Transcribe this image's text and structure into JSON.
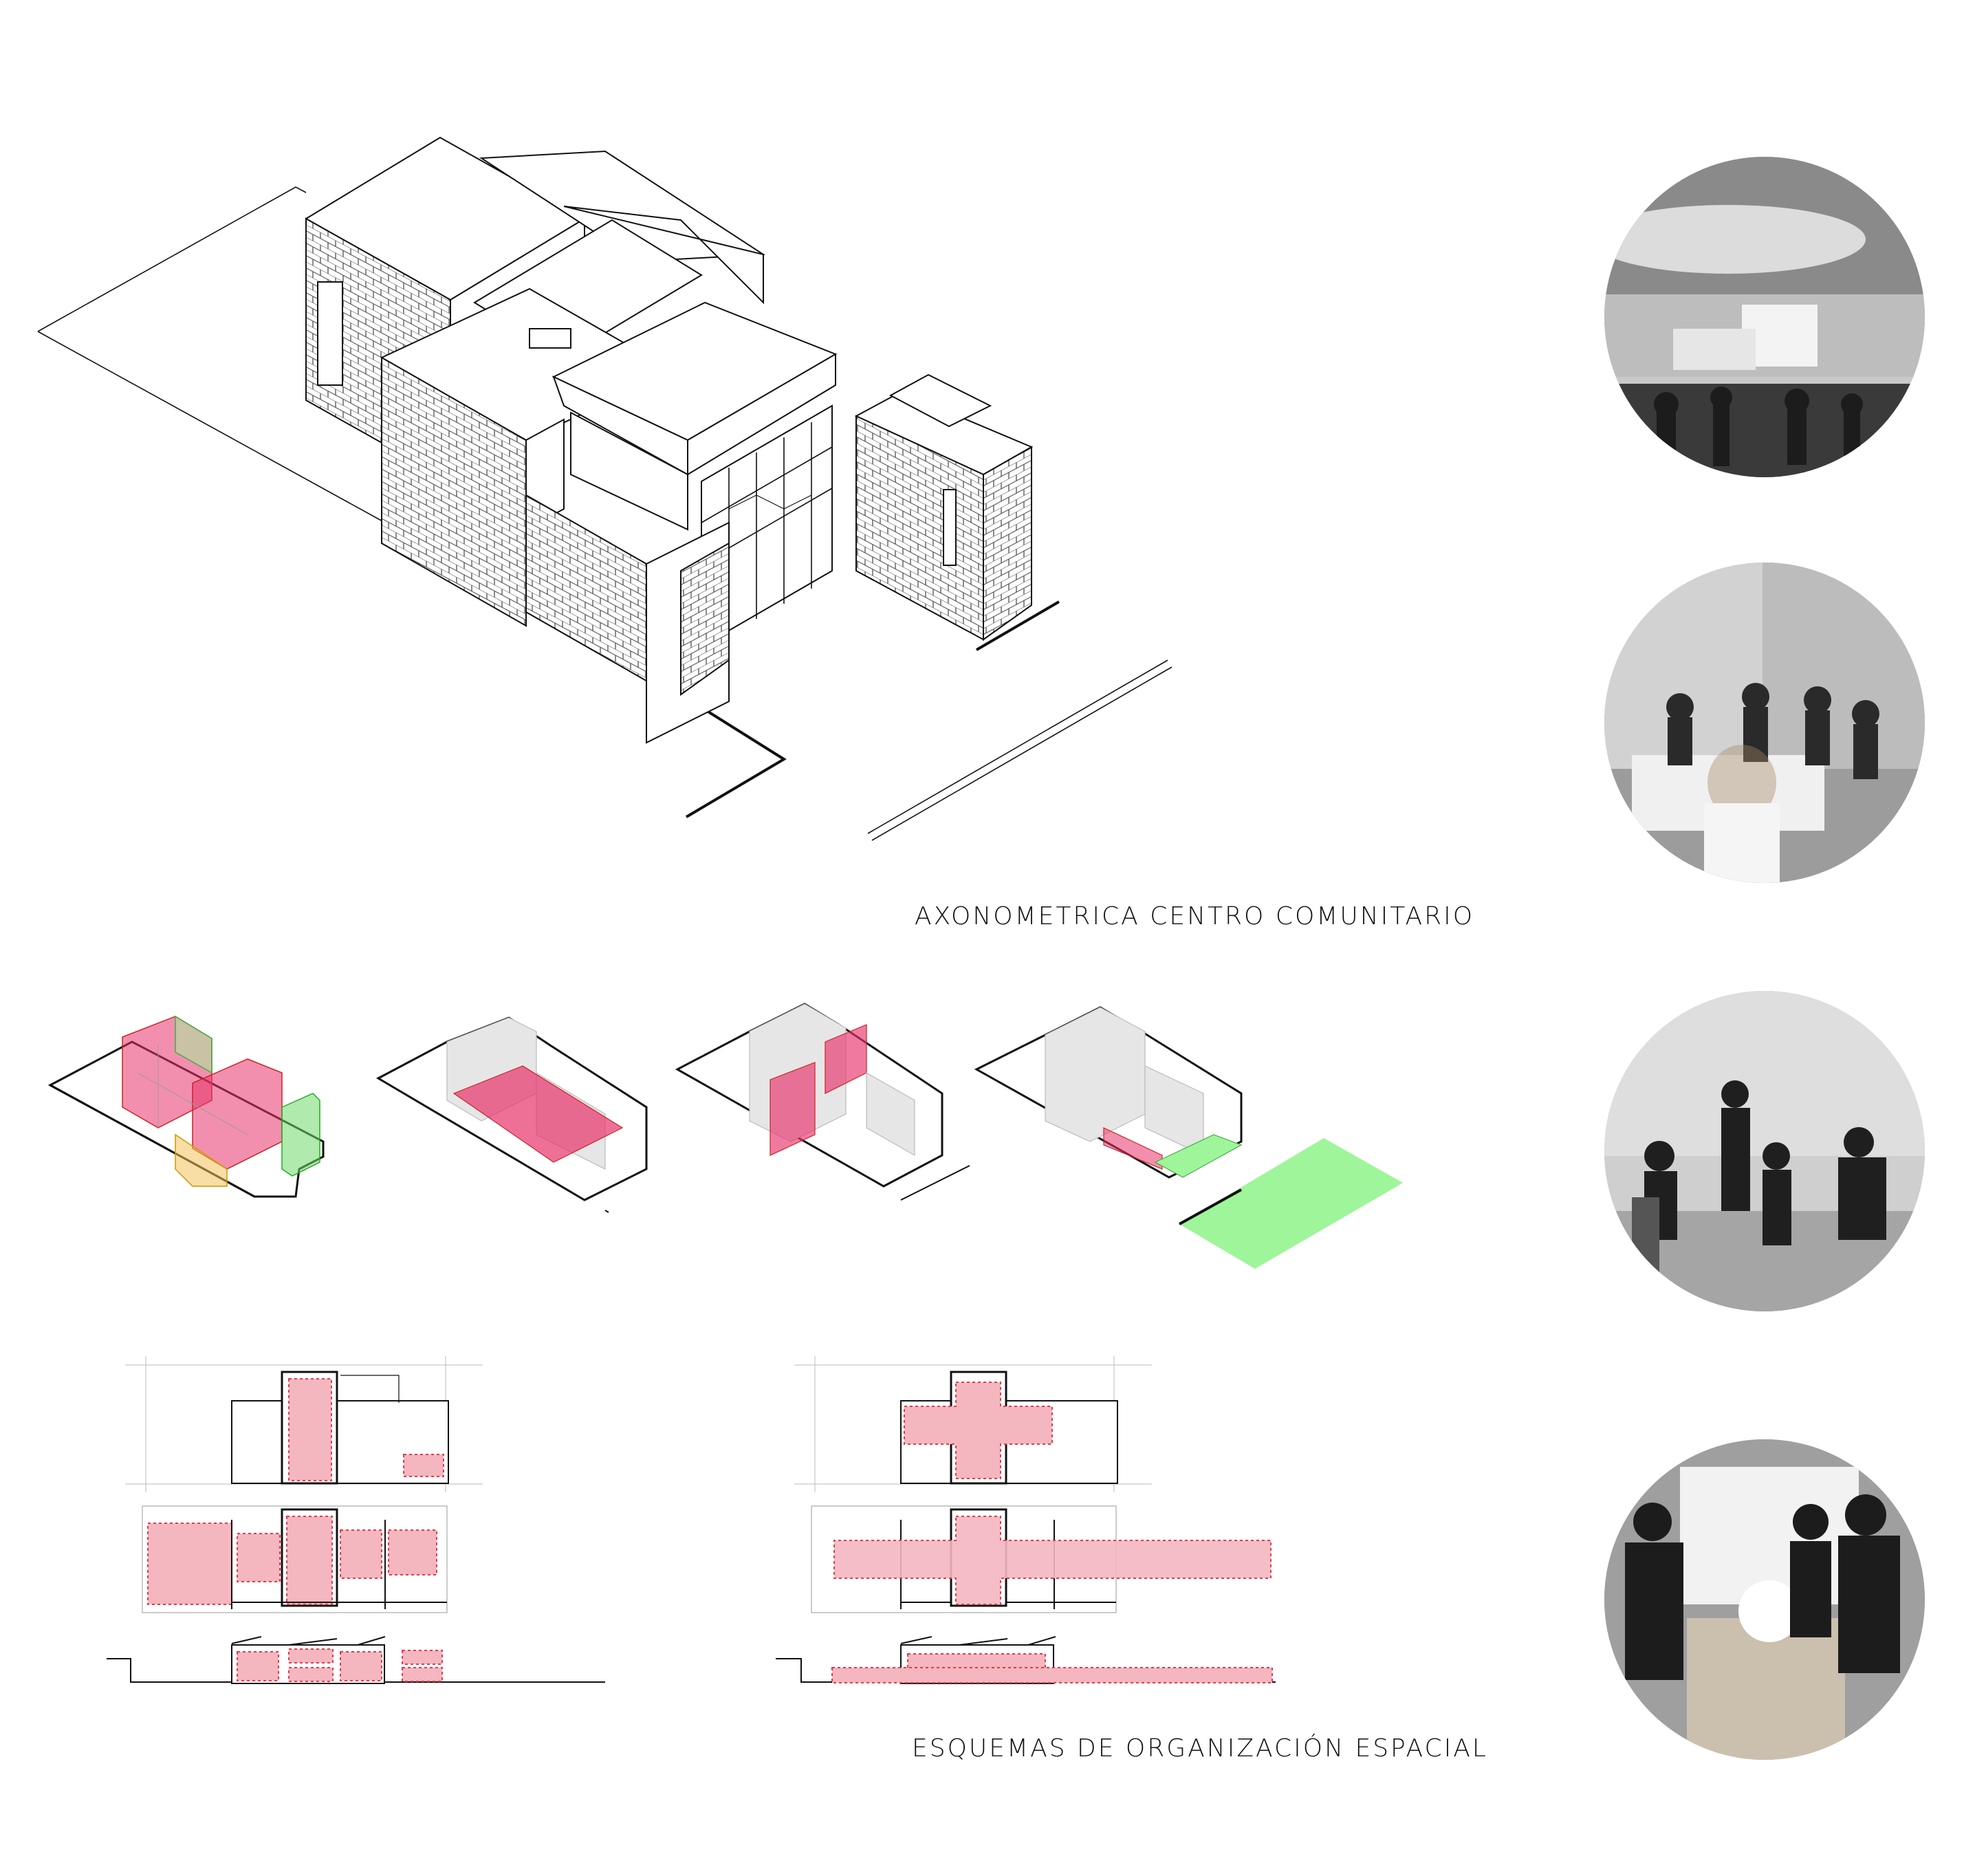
{
  "captions": {
    "axonometric": "AXONOMETRICA CENTRO COMUNITARIO",
    "schemes": "ESQUEMAS DE ORGANIZACIÓN ESPACIAL"
  },
  "colors": {
    "program_pink": "#e8336b",
    "plan_pink": "#f4b6bf",
    "plan_dash": "#e23a4a",
    "green_space": "#9ff59a",
    "ochre": "#f2c25a",
    "line": "#111111"
  },
  "photos": [
    {
      "subject": "street-exterior-photo"
    },
    {
      "subject": "workshop-meeting-photo"
    },
    {
      "subject": "violin-class-photo"
    },
    {
      "subject": "whiteboard-group-photo"
    }
  ]
}
